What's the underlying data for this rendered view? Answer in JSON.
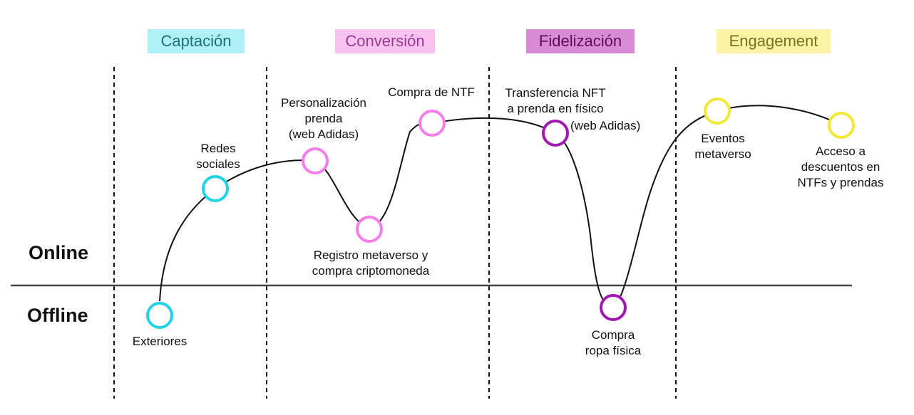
{
  "phases": [
    {
      "label": "Captación",
      "bg": "#aef0f6",
      "fg": "#1f6f78"
    },
    {
      "label": "Conversión",
      "bg": "#f8c2f0",
      "fg": "#9b3a91"
    },
    {
      "label": "Fidelización",
      "bg": "#d98ad4",
      "fg": "#5a0f58"
    },
    {
      "label": "Engagement",
      "bg": "#fbf4a4",
      "fg": "#77721f"
    }
  ],
  "levels": {
    "online": "Online",
    "offline": "Offline"
  },
  "colors": {
    "cyan": "#22d3e6",
    "pink": "#f57ee8",
    "purple": "#a01ab0",
    "yellow": "#f2e83a"
  },
  "nodes": [
    {
      "label": "Exteriores",
      "phase": "Captación",
      "level": "Offline"
    },
    {
      "label": "Redes\nsociales",
      "phase": "Captación",
      "level": "Online"
    },
    {
      "label": "Personalización\nprenda\n(web Adidas)",
      "phase": "Conversión",
      "level": "Online"
    },
    {
      "label": "Registro metaverso y\ncompra criptomoneda",
      "phase": "Conversión",
      "level": "Online"
    },
    {
      "label": "Compra de NTF",
      "phase": "Conversión",
      "level": "Online"
    },
    {
      "label": "Transferencia NFT\na prenda en físico",
      "phase": "Fidelización",
      "level": "Online"
    },
    {
      "label": "(web Adidas)",
      "phase": "Fidelización",
      "level": "Online"
    },
    {
      "label": "Compra\nropa física",
      "phase": "Fidelización",
      "level": "Offline"
    },
    {
      "label": "Eventos\nmetaverso",
      "phase": "Engagement",
      "level": "Online"
    },
    {
      "label": "Acceso a\ndescuentos en\nNTFs y prendas",
      "phase": "Engagement",
      "level": "Online"
    }
  ]
}
